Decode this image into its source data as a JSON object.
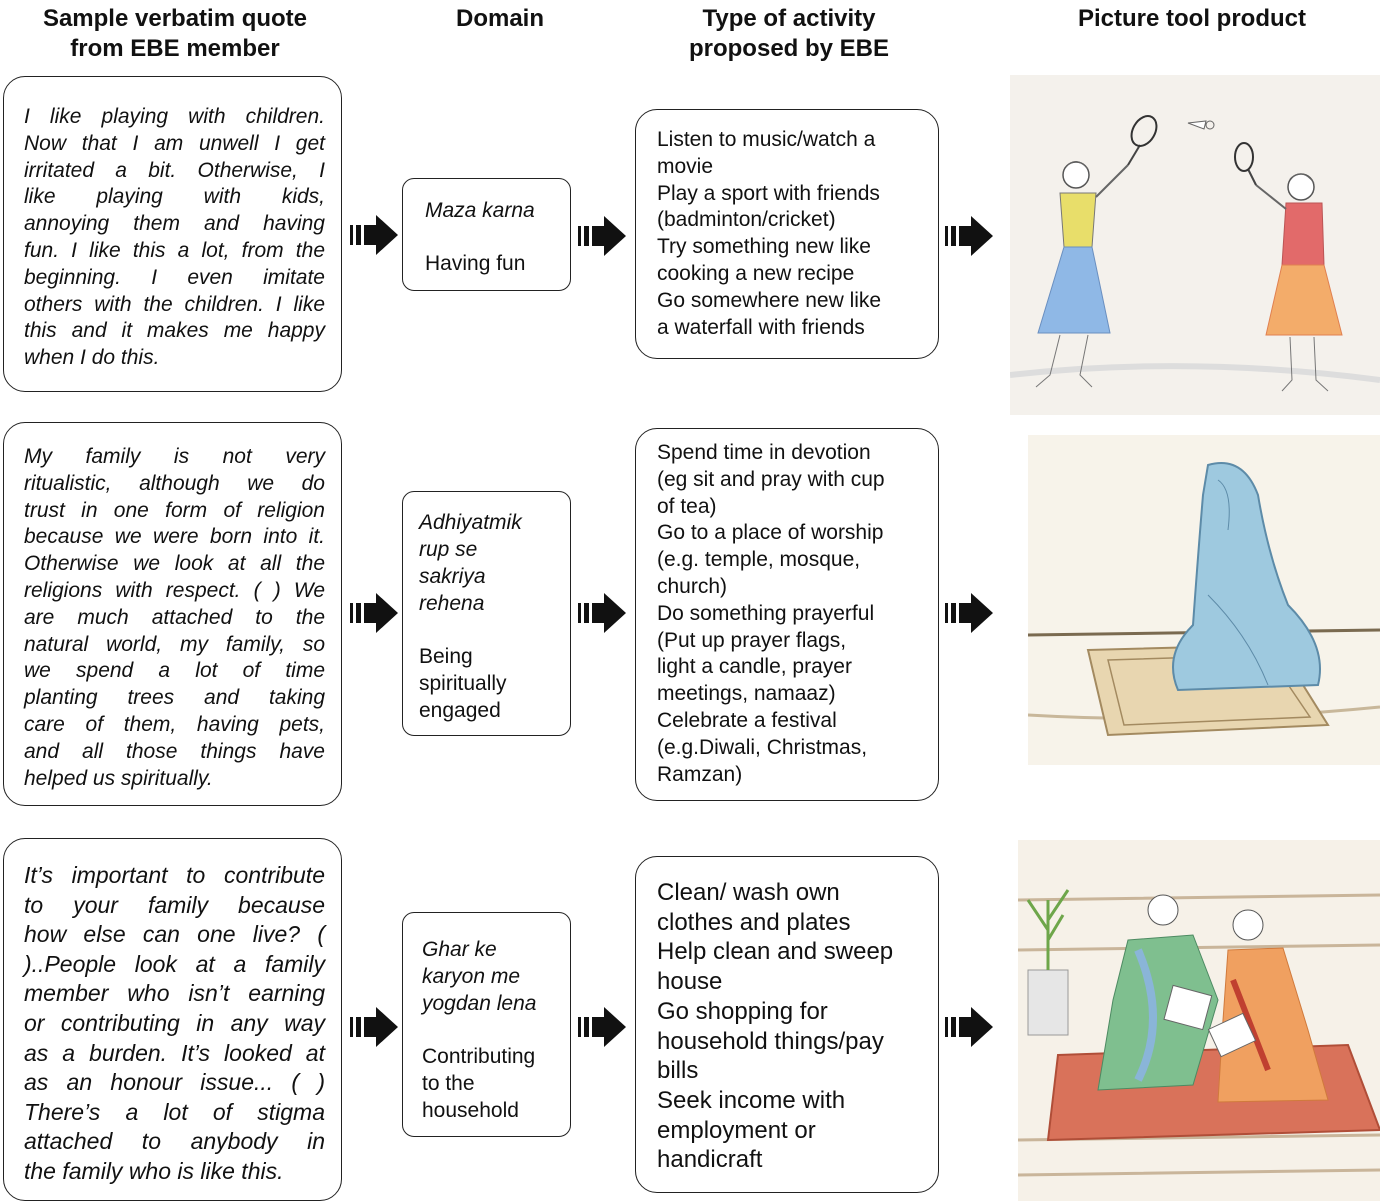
{
  "headers": {
    "quote": "Sample verbatim quote\nfrom EBE member",
    "domain": "Domain",
    "activity": "Type of activity\nproposed by EBE",
    "picture": "Picture tool product"
  },
  "rows": [
    {
      "quote_lines": [
        "I like playing with children.",
        "Now that I am unwell I get",
        "irritated a bit. Otherwise, I",
        "like playing with kids,",
        "annoying them and having",
        "fun. I like this a lot, from the",
        "beginning. I even imitate",
        "others with the children. I like",
        "this and it makes me happy",
        "when I do this."
      ],
      "domain_native": "Maza karna",
      "domain_english": "Having fun",
      "activities": [
        "Listen to music/watch a",
        "movie",
        "Play a sport with friends",
        "(badminton/cricket)",
        "Try something new like",
        "cooking a new recipe",
        "Go somewhere new like",
        "a waterfall with friends"
      ],
      "picture_icon": "badminton-drawing"
    },
    {
      "quote_lines": [
        "My family is not very",
        "ritualistic, although we do",
        "trust in one form of religion",
        "because we were born into it.",
        "Otherwise we look at all the",
        "religions with respect. ( ) We",
        "are much attached to the",
        "natural world, my family, so",
        "we spend a lot of time",
        "planting trees and taking",
        "care of them, having pets,",
        "and all those things have",
        "helped us spiritually."
      ],
      "domain_native": "Adhiyatmik\nrup se\nsakriya\nrehena",
      "domain_english": "Being\nspiritually\nengaged",
      "activities": [
        "Spend time in devotion",
        "(eg sit and pray with cup",
        "of tea)",
        "Go to a place of worship",
        "(e.g. temple, mosque,",
        "church)",
        "Do something prayerful",
        "(Put up prayer flags,",
        "light a candle, prayer",
        "meetings, namaaz)",
        "Celebrate a festival",
        "(e.g.Diwali, Christmas,",
        "Ramzan)"
      ],
      "picture_icon": "prayer-drawing"
    },
    {
      "quote_lines": [
        "It’s important to contribute",
        "to your family because",
        "how else can one live? (",
        ")..People look at a family",
        "member who isn’t earning",
        "or contributing in any way",
        "as a burden. It’s looked at",
        "as an honour issue... ( )",
        "There’s a lot of stigma",
        "attached to anybody in",
        "the family who is like this."
      ],
      "domain_native": "Ghar ke\nkaryon me\nyogdan lena",
      "domain_english": "Contributing\nto the\nhousehold",
      "activities": [
        "Clean/ wash own",
        "clothes and plates",
        "Help clean and sweep",
        "house",
        "Go shopping for",
        "household things/pay",
        "bills",
        "Seek income with",
        "employment or",
        "handicraft"
      ],
      "picture_icon": "household-drawing"
    }
  ]
}
